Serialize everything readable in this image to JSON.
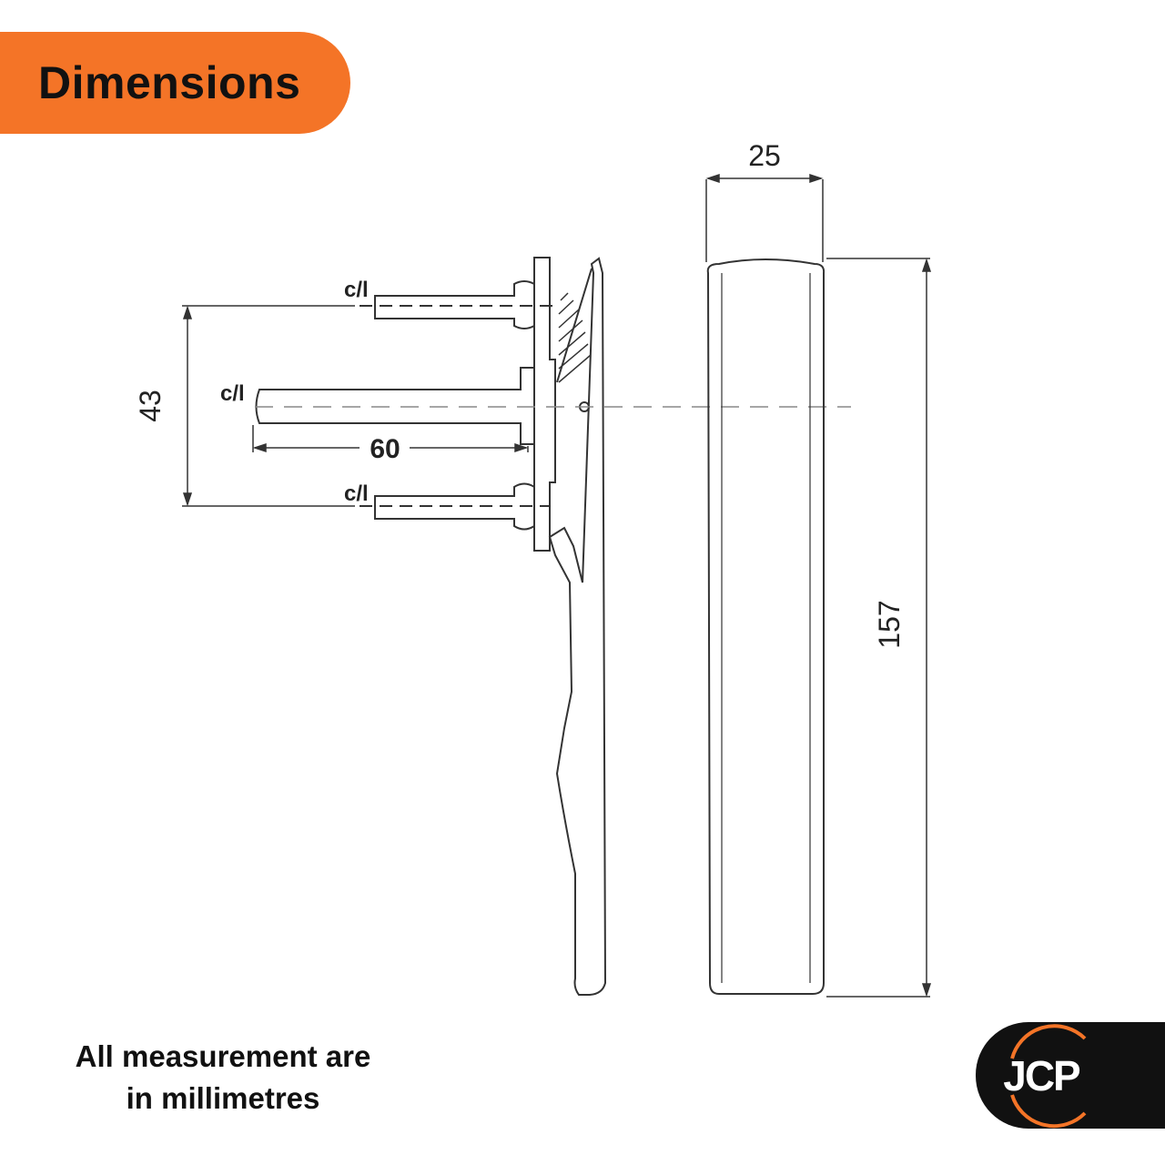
{
  "header": {
    "title": "Dimensions"
  },
  "dimensions": {
    "width": "25",
    "height": "157",
    "spindle_length": "60",
    "fixing_centres": "43"
  },
  "centre_line_labels": [
    "c/l",
    "c/l",
    "c/l"
  ],
  "note": {
    "line1": "All measurement are",
    "line2": "in millimetres"
  },
  "logo": {
    "text": "JCP"
  },
  "colors": {
    "accent": "#f47427",
    "dark": "#111111",
    "line": "#333333"
  }
}
